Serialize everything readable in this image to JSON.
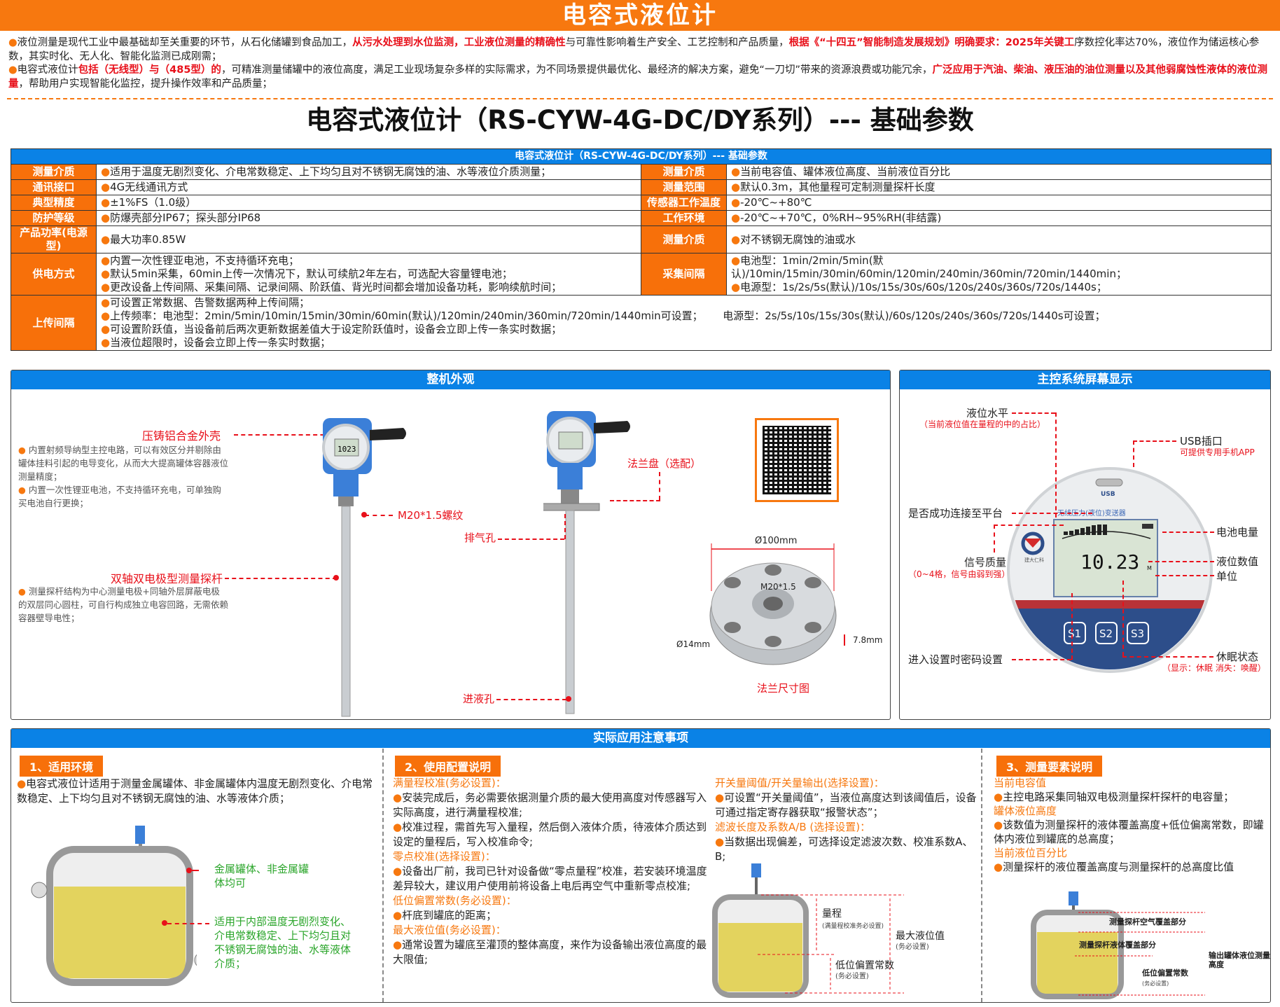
{
  "title": "电容式液位计",
  "intro": {
    "p1": [
      "液位测量是现代工业中最基础却至关重要的环节，从石化储罐到食品加工，",
      "从污水处理到水位监测，工业液位测量的精确性",
      "与可靠性影响着生产安全、工艺控制和产品质量，",
      "根据《“十四五”智能制造发展规划》明确要求：2025年关键工",
      "序数控化率达70%，液位作为储运核心参数，其实时化、无人化、智能化监测已成刚需；"
    ],
    "p2": [
      "电容式液位计",
      "包括（无线型）与（485型）的",
      "，可精准测量储罐中的液位高度，满足工业现场复杂多样的实际需求，为不同场景提供最优化、最经济的解决方案，避免“一刀切”带来的资源浪费或功能冗余，",
      "广泛应用于汽油、柴油、液压油的油位测量以及其他弱腐蚀性液体的液位测量",
      "，帮助用户实现智能化监控，提升操作效率和产品质量；"
    ]
  },
  "main_title": "电容式液位计（RS-CYW-4G-DC/DY系列）--- 基础参数",
  "table": {
    "header": "电容式液位计（RS-CYW-4G-DC/DY系列）--- 基础参数",
    "rows": [
      {
        "l1": "测量介质",
        "v1": [
          "适用于温度无剧烈变化、介电常数稳定、上下均匀且对不锈钢无腐蚀的油、水等液位介质测量；"
        ],
        "l2": "测量介质",
        "v2": [
          "当前电容值、罐体液位高度、当前液位百分比"
        ]
      },
      {
        "l1": "通讯接口",
        "v1": [
          "4G无线通讯方式"
        ],
        "l2": "测量范围",
        "v2": [
          "默认0.3m，其他量程可定制测量探杆长度"
        ]
      },
      {
        "l1": "典型精度",
        "v1": [
          "±1%FS（1.0级）"
        ],
        "l2": "传感器工作温度",
        "v2": [
          "-20℃~+80℃"
        ]
      },
      {
        "l1": "防护等级",
        "v1": [
          "防爆壳部分IP67；探头部分IP68"
        ],
        "l2": "工作环境",
        "v2": [
          "-20℃~+70℃，0%RH~95%RH(非结露)"
        ]
      },
      {
        "l1": "产品功率(电源型)",
        "v1": [
          "最大功率0.85W"
        ],
        "l2": "测量介质",
        "v2": [
          "对不锈钢无腐蚀的油或水"
        ]
      },
      {
        "l1": "供电方式",
        "v1": [
          "内置一次性锂亚电池，不支持循环充电；",
          "默认5min采集，60min上传一次情况下，默认可续航2年左右，可选配大容量锂电池；",
          "更改设备上传间隔、采集间隔、记录间隔、阶跃值、背光时间都会增加设备功耗，影响续航时间；"
        ],
        "l2": "采集间隔",
        "v2": [
          "电池型：1min/2min/5min(默认)/10min/15min/30min/60min/120min/240min/360min/720min/1440min；",
          "电源型：1s/2s/5s(默认)/10s/15s/30s/60s/120s/240s/360s/720s/1440s；"
        ]
      }
    ],
    "upload": {
      "label": "上传间隔",
      "lines": [
        "可设置正常数据、告警数据两种上传间隔；",
        "上传频率：电池型：2min/5min/10min/15min/30min/60min(默认)/120min/240min/360min/720min/1440min可设置；      电源型：2s/5s/10s/15s/30s(默认)/60s/120s/240s/360s/720s/1440s可设置；",
        "可设置阶跃值，当设备前后两次更新数据差值大于设定阶跃值时，设备会立即上传一条实时数据；",
        "当液位超限时，设备会立即上传一条实时数据；"
      ]
    }
  },
  "appearance": {
    "header": "整机外观",
    "shell_label": "压铸铝合金外壳",
    "shell_notes": [
      "内置射频导纳型主控电路，可以有效区分并剔除由罐体挂料引起的电导变化，从而大大提高罐体容器液位测量精度；",
      "内置一次性锂亚电池，不支持循环充电，可单独购买电池自行更换；"
    ],
    "probe_label": "双轴双电极型测量探杆",
    "probe_note": "测量探杆结构为中心测量电极+同轴外层屏蔽电极的双层同心圆柱，可自行构成独立电容回路，无需依赖容器壁导电性；",
    "thread_label": "M20*1.5螺纹",
    "flange_label": "法兰盘（选配）",
    "vent_label": "排气孔",
    "inlet_label": "进液孔",
    "flange_dia": "Ø100mm",
    "flange_thread": "M20*1.5",
    "hole_dia": "Ø14mm",
    "thickness": "7.8mm",
    "flange_caption": "法兰尺寸图",
    "lcd_value": "1023"
  },
  "screen": {
    "header": "主控系统屏幕显示",
    "level": "液位水平",
    "level_note": "（当前液位值在量程的中的占比）",
    "usb": "USB插口",
    "usb_note": "可提供专用手机APP",
    "usb_text": "USB",
    "platform": "是否成功连接至平台",
    "device_name": "无线压力(液位)变送器",
    "battery": "电池电量",
    "signal": "信号质量",
    "signal_note": "（0~4格，信号由弱到强）",
    "value_label": "液位数值",
    "unit_label": "单位",
    "lcd_value": "10.23",
    "lcd_unit": "M",
    "brand": "建大仁科",
    "buttons": [
      "S1",
      "S2",
      "S3"
    ],
    "password": "进入设置时密码设置",
    "sleep": "休眠状态",
    "sleep_note": "（显示：休眠 消失：唤醒）"
  },
  "notes": {
    "header": "实际应用注意事项",
    "env": {
      "tag": "1、适用环境",
      "text": "电容式液位计适用于测量金属罐体、非金属罐体内温度无剧烈变化、介电常数稳定、上下均匀且对不锈钢无腐蚀的油、水等液体介质；",
      "tank_label1": "金属罐体、非金属罐体均可",
      "tank_label2": "适用于内部温度无剧烈变化、介电常数稳定、上下均匀且对不锈钢无腐蚀的油、水等液体介质；"
    },
    "config": {
      "tag": "2、使用配置说明",
      "items": [
        {
          "h": "满量程校准(务必设置)：",
          "b": [
            "安装完成后，务必需要依据测量介质的最大使用高度对传感器写入实际高度，进行满量程校准;",
            "校准过程，需首先写入量程，然后倒入液体介质，待液体介质达到设定的量程后，写入校准命令;"
          ]
        },
        {
          "h": "零点校准(选择设置)：",
          "b": [
            "设备出厂前，我司已针对设备做“零点量程”校准，若安装环境温度差异较大，建议用户使用前将设备上电后再空气中重新零点校准;"
          ]
        },
        {
          "h": "低位偏置常数(务必设置)：",
          "b": [
            "杆底到罐底的距离；"
          ]
        },
        {
          "h": "最大液位值(务必设置)：",
          "b": [
            "通常设置为罐底至灌顶的整体高度，来作为设备输出液位高度的最大限值;"
          ]
        }
      ],
      "items_right": [
        {
          "h": "开关量阈值/开关量输出(选择设置)：",
          "b": [
            "可设置“开关量阈值”，当液位高度达到该阈值后，设备可通过指定寄存器获取“报警状态”；"
          ]
        },
        {
          "h": "滤波长度及系数A/B (选择设置)：",
          "b": [
            "当数据出现偏差，可选择设定滤波次数、校准系数A、B;"
          ]
        }
      ],
      "range": "量程",
      "range_note": "(满量程校准务必设置)",
      "offset": "低位偏置常数",
      "offset_note": "(务必设置)",
      "max": "最大液位值",
      "max_note": "(务必设置)"
    },
    "elements": {
      "tag": "3、测量要素说明",
      "items": [
        {
          "h": "当前电容值",
          "b": "主控电路采集同轴双电极测量探杆探杆的电容量；"
        },
        {
          "h": "罐体液位高度",
          "b": "该数值为测量探杆的液体覆盖高度+低位偏离常数，即罐体内液位到罐底的总高度；"
        },
        {
          "h": "当前液位百分比",
          "b": "测量探杆的液位覆盖高度与测量探杆的总高度比值"
        }
      ],
      "air": "测量探杆空气覆盖部分",
      "liquid": "测量探杆液体覆盖部分",
      "output": "输出罐体液位测量高度",
      "offset": "低位偏置常数",
      "offset_note": "(务必设置)"
    }
  },
  "colors": {
    "orange": "#f7780f",
    "blue": "#0a82e6",
    "red": "#e8101a"
  }
}
